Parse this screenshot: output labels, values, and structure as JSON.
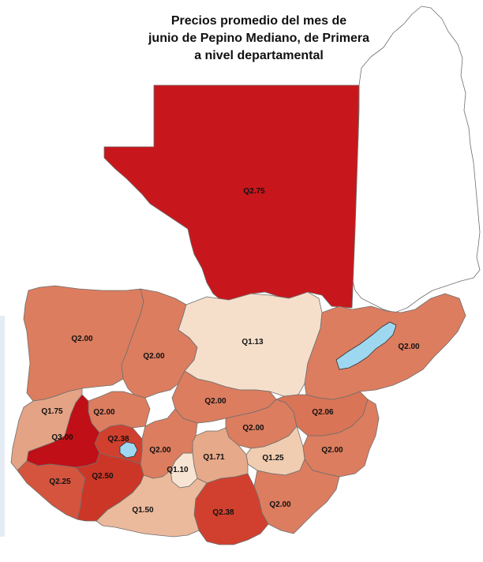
{
  "title": {
    "line1": "Precios promedio del mes de",
    "line2": "junio de Pepino Mediano, de Primera",
    "line3": "a nivel departamental"
  },
  "colors": {
    "highest": "#c8171c",
    "high": "#d1402e",
    "mid_high": "#d65f46",
    "mid": "#dc7d5f",
    "low_mid": "#e29a7b",
    "low": "#ebb99b",
    "lowest": "#f5dfcb",
    "no_data": "#ffffff",
    "lake": "#9ed8f0",
    "border": "#6e6e6e"
  },
  "departments": [
    {
      "id": "peten",
      "price": "Q2.75",
      "color": "#c8171c"
    },
    {
      "id": "huehuetenango",
      "price": "Q2.00",
      "color": "#dc7d5f"
    },
    {
      "id": "quiche",
      "price": "Q2.00",
      "color": "#dc7d5f"
    },
    {
      "id": "alta-verapaz",
      "price": "Q1.13",
      "color": "#f5dfcb"
    },
    {
      "id": "izabal",
      "price": "Q2.00",
      "color": "#dc7d5f"
    },
    {
      "id": "baja-verapaz",
      "price": "Q2.00",
      "color": "#dc7d5f"
    },
    {
      "id": "el-progreso",
      "price": "Q2.00",
      "color": "#dc7d5f"
    },
    {
      "id": "zacapa",
      "price": "Q2.06",
      "color": "#d97457"
    },
    {
      "id": "chiquimula",
      "price": "Q2.00",
      "color": "#dc7d5f"
    },
    {
      "id": "jalapa",
      "price": "Q1.25",
      "color": "#f0ccb0"
    },
    {
      "id": "jutiapa",
      "price": "Q2.00",
      "color": "#dc7d5f"
    },
    {
      "id": "santa-rosa",
      "price": "Q2.38",
      "color": "#d1402e"
    },
    {
      "id": "guatemala",
      "price": "Q1.71",
      "color": "#e6a98a"
    },
    {
      "id": "sacatepequez",
      "price": "Q1.10",
      "color": "#f7e4d2"
    },
    {
      "id": "chimaltenango",
      "price": "Q2.00",
      "color": "#dc7d5f"
    },
    {
      "id": "escuintla",
      "price": "Q1.50",
      "color": "#ebb99b"
    },
    {
      "id": "solola",
      "price": "Q2.38",
      "color": "#d1402e"
    },
    {
      "id": "totonicapan",
      "price": "Q2.00",
      "color": "#dc7d5f"
    },
    {
      "id": "quetzaltenango",
      "price": "Q3.00",
      "color": "#c00f16"
    },
    {
      "id": "san-marcos",
      "price": "Q1.75",
      "color": "#e4a385"
    },
    {
      "id": "retalhuleu",
      "price": "Q2.25",
      "color": "#d4543e"
    },
    {
      "id": "suchitepequez",
      "price": "Q2.50",
      "color": "#cc3626"
    }
  ]
}
